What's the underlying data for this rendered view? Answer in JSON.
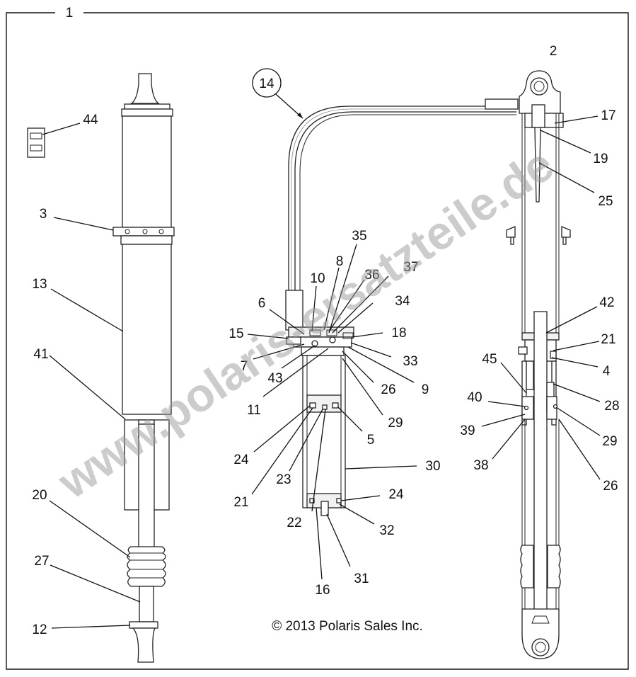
{
  "diagram": {
    "frame_label": "1",
    "copyright": "© 2013 Polaris Sales Inc.",
    "watermark": "www.polaris-ersatzteile.de",
    "watermark_color": "#999999",
    "labels": {
      "n2": "2",
      "n3": "3",
      "n4": "4",
      "n5": "5",
      "n6": "6",
      "n7": "7",
      "n8": "8",
      "n9": "9",
      "n10": "10",
      "n11": "11",
      "n12": "12",
      "n13": "13",
      "n14": "14",
      "n15": "15",
      "n16": "16",
      "n17": "17",
      "n18": "18",
      "n19": "19",
      "n20": "20",
      "n21a": "21",
      "n21b": "21",
      "n22": "22",
      "n23": "23",
      "n24a": "24",
      "n24b": "24",
      "n25": "25",
      "n26a": "26",
      "n26b": "26",
      "n27": "27",
      "n28": "28",
      "n29a": "29",
      "n29b": "29",
      "n30": "30",
      "n31": "31",
      "n32": "32",
      "n33": "33",
      "n34": "34",
      "n35": "35",
      "n36": "36",
      "n37": "37",
      "n38": "38",
      "n39": "39",
      "n40": "40",
      "n41": "41",
      "n42": "42",
      "n43": "43",
      "n44": "44",
      "n45": "45"
    }
  }
}
